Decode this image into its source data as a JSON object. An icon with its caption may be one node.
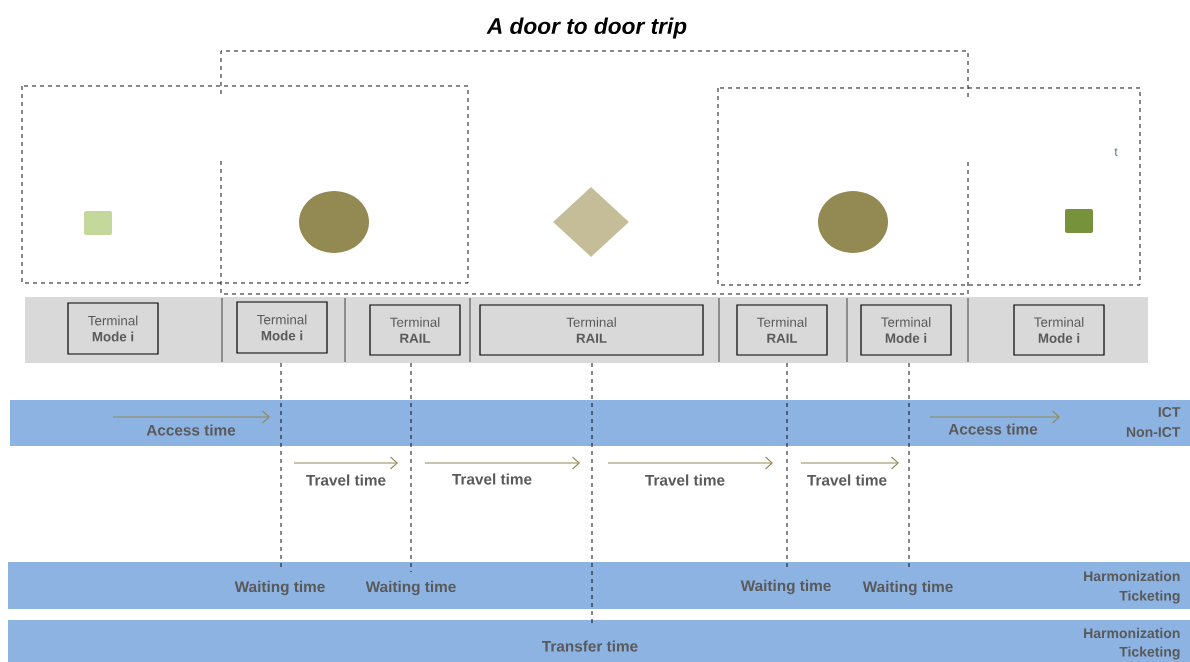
{
  "diagram": {
    "title": "A door to door trip",
    "nodes": [
      {
        "text": [
          "Terminal",
          "Mode i"
        ]
      },
      {
        "text": [
          "Terminal",
          "Mode i"
        ]
      },
      {
        "text": [
          "Terminal",
          "RAIL"
        ]
      },
      {
        "text": [
          "Terminal",
          "RAIL"
        ]
      },
      {
        "text": [
          "Terminal",
          "RAIL"
        ]
      },
      {
        "text": [
          "Terminal",
          "Mode i"
        ]
      },
      {
        "text": [
          "Terminal",
          "Mode i"
        ]
      },
      {
        "text": [],
        "shape": "box"
      },
      {
        "text": [],
        "shape": "circle"
      },
      {
        "text": [],
        "shape": "diamond"
      },
      {
        "text": [],
        "shape": "circle"
      },
      {
        "text": [],
        "shape": "box"
      }
    ],
    "labels": [
      "t",
      "Access time",
      "Access time",
      "ICT",
      "Non-ICT",
      "Travel time",
      "Travel time",
      "Travel time",
      "Travel time",
      "Waiting time",
      "Waiting time",
      "Waiting time",
      "Waiting time",
      "Harmonization",
      "Ticketing",
      "Transfer time",
      "Harmonization",
      "Ticketing"
    ]
  }
}
